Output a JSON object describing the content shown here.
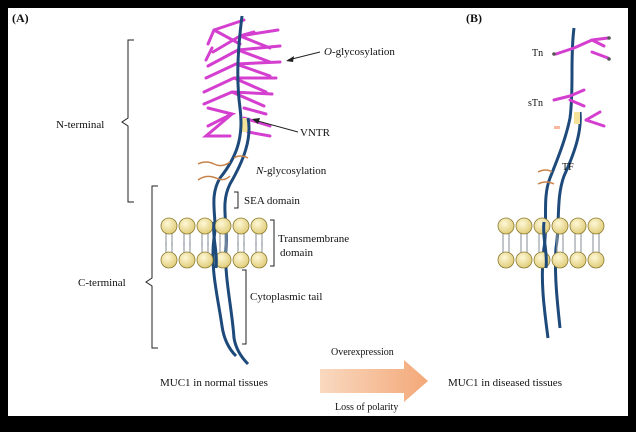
{
  "panels": {
    "a": "(A)",
    "b": "(B)"
  },
  "labels": {
    "o_glyco_prefix": "O",
    "o_glyco_rest": "-glycosylation",
    "vntr": "VNTR",
    "n_glyco_prefix": "N",
    "n_glyco_rest": "-glycosylation",
    "sea": "SEA domain",
    "transmembrane_1": "Transmembrane",
    "transmembrane_2": "domain",
    "cyto": "Cytoplasmic tail",
    "n_terminal": "N-terminal",
    "c_terminal": "C-terminal",
    "tn": "Tn",
    "stn": "sTn",
    "tf": "TF"
  },
  "footer": {
    "normal": "MUC1 in normal tissues",
    "diseased": "MUC1 in diseased  tissues",
    "over": "Overexpression",
    "loss": "Loss of polarity"
  },
  "colors": {
    "glyco": "#d43fd0",
    "backbone": "#1d4a7a",
    "nglyco": "#c8834a",
    "lipid_head": "#f0e3a0",
    "lipid_tail": "#9aa0a6",
    "arrow": "#f5b98a"
  }
}
